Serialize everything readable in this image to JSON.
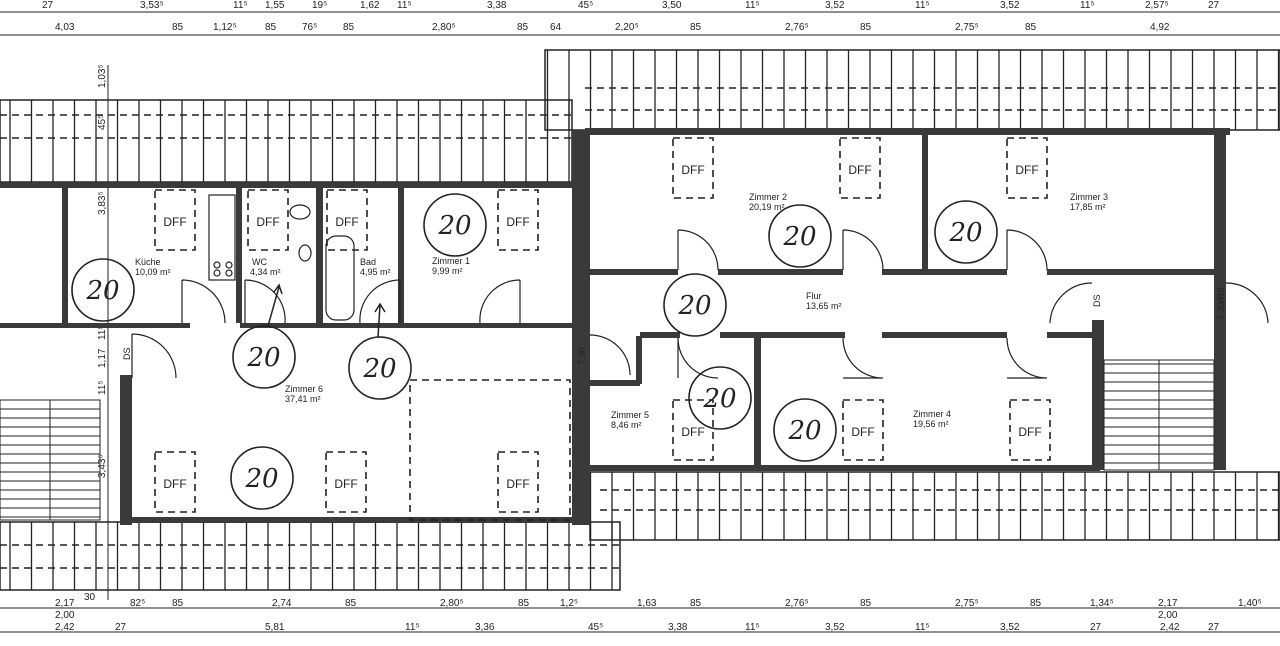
{
  "plan": {
    "dimensions": {
      "top_row_1": [
        "27",
        "3,53⁵",
        "11⁵",
        "1,55",
        "19⁵",
        "1,62",
        "11⁵",
        "3,38",
        "45⁵",
        "3,50",
        "11⁵",
        "3,52",
        "11⁵",
        "3,52",
        "11⁵",
        "2,57⁵",
        "27"
      ],
      "top_row_2": [
        "4,03",
        "85",
        "1,12⁵",
        "85",
        "76⁵",
        "85",
        "2,80⁵",
        "85",
        "64",
        "2,20⁵",
        "85",
        "2,76⁵",
        "85",
        "2,75⁵",
        "85",
        "4,92"
      ],
      "bottom_row_1": [
        "2,17",
        "2,00",
        "30",
        "82⁵",
        "85",
        "2,74",
        "85",
        "2,80⁵",
        "85",
        "1,2⁵",
        "1,63",
        "85",
        "2,76⁵",
        "85",
        "2,75⁵",
        "85",
        "1,34⁵",
        "2,17",
        "2,00",
        "1,40⁵"
      ],
      "bottom_row_2": [
        "2,42",
        "27",
        "5,81",
        "11⁵",
        "3,36",
        "45⁵",
        "3,38",
        "11⁵",
        "3,52",
        "11⁵",
        "3,52",
        "27",
        "2,42",
        "27"
      ],
      "left_vertical": [
        "1,03⁵",
        "45⁵",
        "3,83⁵",
        "11⁵",
        "1,17",
        "11⁵",
        "3,43⁵"
      ]
    },
    "rooms": [
      {
        "name": "Küche",
        "area": "10,09 m²"
      },
      {
        "name": "WC",
        "area": "4,34 m²"
      },
      {
        "name": "Bad",
        "area": "4,95 m²"
      },
      {
        "name": "Zimmer 1",
        "area": "9,99 m²"
      },
      {
        "name": "Zimmer 2",
        "area": "20,19 m²"
      },
      {
        "name": "Zimmer 3",
        "area": "17,85 m²"
      },
      {
        "name": "Flur",
        "area": "13,65 m²"
      },
      {
        "name": "Zimmer 5",
        "area": "8,46 m²"
      },
      {
        "name": "Zimmer 4",
        "area": "19,56 m²"
      },
      {
        "name": "Zimmer 6",
        "area": "37,41 m²"
      }
    ],
    "window_label": "DFF",
    "annotation_value": "20",
    "door_labels": [
      "DS",
      "T 90",
      "DS",
      "T 30/RS"
    ]
  }
}
